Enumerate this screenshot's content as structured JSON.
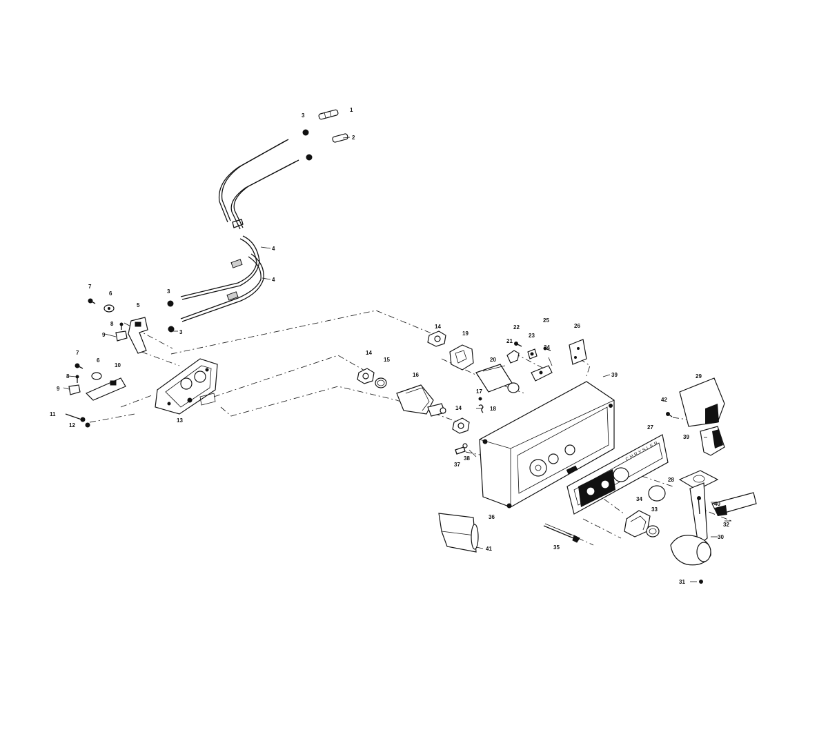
{
  "brand_text": "CHRYSLER",
  "parts": [
    {
      "id": "p1",
      "label": "1"
    },
    {
      "id": "p2",
      "label": "2"
    },
    {
      "id": "p3a",
      "label": "3"
    },
    {
      "id": "p3b",
      "label": "3"
    },
    {
      "id": "p3c",
      "label": "3"
    },
    {
      "id": "p4a",
      "label": "4"
    },
    {
      "id": "p4b",
      "label": "4"
    },
    {
      "id": "p5",
      "label": "5"
    },
    {
      "id": "p6a",
      "label": "6"
    },
    {
      "id": "p6b",
      "label": "6"
    },
    {
      "id": "p7a",
      "label": "7"
    },
    {
      "id": "p7b",
      "label": "7"
    },
    {
      "id": "p8a",
      "label": "8"
    },
    {
      "id": "p8b",
      "label": "8"
    },
    {
      "id": "p9a",
      "label": "9"
    },
    {
      "id": "p9b",
      "label": "9"
    },
    {
      "id": "p10",
      "label": "10"
    },
    {
      "id": "p11",
      "label": "11"
    },
    {
      "id": "p12",
      "label": "12"
    },
    {
      "id": "p13",
      "label": "13"
    },
    {
      "id": "p14a",
      "label": "14"
    },
    {
      "id": "p14b",
      "label": "14"
    },
    {
      "id": "p14c",
      "label": "14"
    },
    {
      "id": "p15",
      "label": "15"
    },
    {
      "id": "p16",
      "label": "16"
    },
    {
      "id": "p17",
      "label": "17"
    },
    {
      "id": "p18",
      "label": "18"
    },
    {
      "id": "p19",
      "label": "19"
    },
    {
      "id": "p20",
      "label": "20"
    },
    {
      "id": "p21",
      "label": "21"
    },
    {
      "id": "p22",
      "label": "22"
    },
    {
      "id": "p23",
      "label": "23"
    },
    {
      "id": "p24",
      "label": "24"
    },
    {
      "id": "p25",
      "label": "25"
    },
    {
      "id": "p26",
      "label": "26"
    },
    {
      "id": "p27",
      "label": "27"
    },
    {
      "id": "p28",
      "label": "28"
    },
    {
      "id": "p29",
      "label": "29"
    },
    {
      "id": "p30",
      "label": "30"
    },
    {
      "id": "p31",
      "label": "31"
    },
    {
      "id": "p32",
      "label": "32"
    },
    {
      "id": "p33",
      "label": "33"
    },
    {
      "id": "p34",
      "label": "34"
    },
    {
      "id": "p35",
      "label": "35"
    },
    {
      "id": "p36",
      "label": "36"
    },
    {
      "id": "p37",
      "label": "37"
    },
    {
      "id": "p38",
      "label": "38"
    },
    {
      "id": "p39a",
      "label": "39"
    },
    {
      "id": "p39b",
      "label": "39"
    },
    {
      "id": "p40",
      "label": "40"
    },
    {
      "id": "p41",
      "label": "41"
    },
    {
      "id": "p42",
      "label": "42"
    }
  ]
}
